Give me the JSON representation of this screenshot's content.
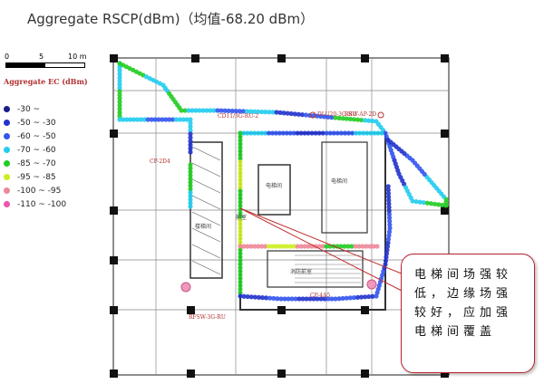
{
  "title": "Aggregate RSCP(dBm)（均值-68.20 dBm）",
  "scale": {
    "labels": [
      "0",
      "5",
      "10 m"
    ]
  },
  "legend": {
    "title": "Aggregate EC (dBm)",
    "items": [
      {
        "label": "-30 ~",
        "color": "#1a1a8c"
      },
      {
        "label": "-50 ~ -30",
        "color": "#2233cc"
      },
      {
        "label": "-60 ~ -50",
        "color": "#3355ee"
      },
      {
        "label": "-70 ~ -60",
        "color": "#22ccee"
      },
      {
        "label": "-85 ~ -70",
        "color": "#22cc22"
      },
      {
        "label": "-95 ~ -85",
        "color": "#ccee22"
      },
      {
        "label": "-100 ~ -95",
        "color": "#ee8899"
      },
      {
        "label": "-110 ~ -100",
        "color": "#ee55aa"
      }
    ]
  },
  "map": {
    "room_labels": [
      "电梯间",
      "消防前室",
      "楼梯间",
      "电梯间",
      "前室"
    ],
    "annotations": [
      "CD11/3G-RU-2",
      "DLU20-3G-RU",
      "CP-2D4",
      "RSW-AP-2D",
      "CP-4A5",
      "RFSW-3G-RU"
    ]
  },
  "callout": {
    "lines": [
      "电梯间场强较",
      "低，边缘场强",
      "较好，应加强",
      "电梯间覆盖"
    ]
  }
}
